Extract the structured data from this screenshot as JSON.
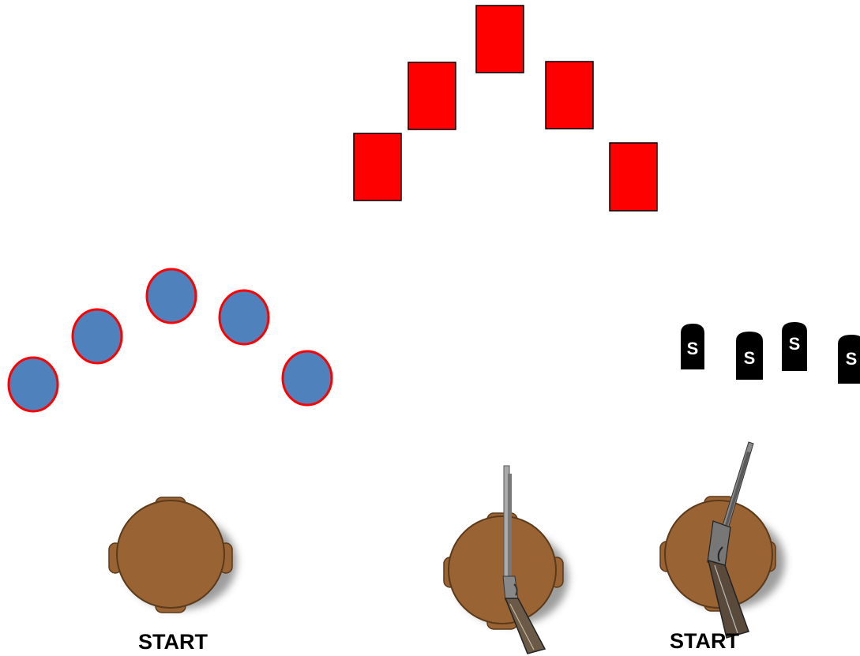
{
  "colors": {
    "steel_target_fill": "#ff0000",
    "round_target_fill": "#4f81bd",
    "round_target_stroke": "#ff0000",
    "shotgun_target_fill": "#000000",
    "table_fill": "#9a6334",
    "table_stroke": "#5a3a1a",
    "shadow": "#888888"
  },
  "targets": {
    "steel_red": {
      "count": 5
    },
    "steel_blue_round": {
      "count": 5
    },
    "shotgun_knockdowns": {
      "count": 4,
      "glyph": "S"
    }
  },
  "stations": {
    "left": {
      "label": "START",
      "prop": "none"
    },
    "middle": {
      "label": "",
      "prop": "rifle-icon"
    },
    "right": {
      "label": "START",
      "prop": "shotgun-icon"
    }
  }
}
